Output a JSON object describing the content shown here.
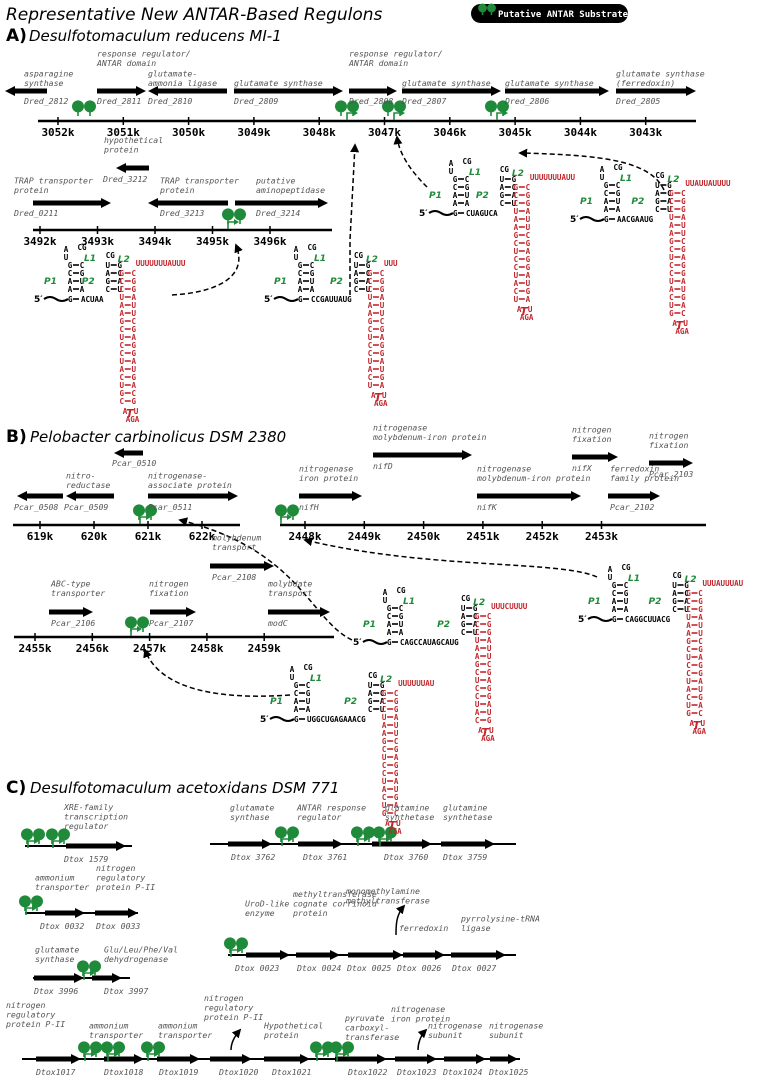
{
  "title": "Representative  New ANTAR-Based Regulons",
  "legend": {
    "label": "Putative ANTAR Substrate"
  },
  "colors": {
    "antar_green": "#1f8b3a",
    "terminator_red": "#c1272d",
    "arrow_black": "#000000"
  },
  "sections": {
    "a": {
      "letter": "A)",
      "organism": "Desulfotomaculum reducens MI-1",
      "genes_main": [
        {
          "id": "Dred_2812",
          "desc": "asparagine\nsynthase"
        },
        {
          "id": "Dred_2811",
          "desc": "response regulator/\nANTAR domain"
        },
        {
          "id": "Dred_2810",
          "desc": "glutamate-\nammonia ligase"
        },
        {
          "id": "Dred_2809",
          "desc": "glutamate synthase"
        },
        {
          "id": "Dred_2808",
          "desc": "response regulator/\nANTAR domain"
        },
        {
          "id": "Dred_2807",
          "desc": "glutamate synthase"
        },
        {
          "id": "Dred_2806",
          "desc": "glutamate synthase"
        },
        {
          "id": "Dred_2805",
          "desc": "glutamate synthase\n(ferredoxin)"
        }
      ],
      "ticks_main": [
        "3052k",
        "3051k",
        "3050k",
        "3049k",
        "3048k",
        "3047k",
        "3046k",
        "3045k",
        "3044k",
        "3043k"
      ],
      "genes_sub": [
        {
          "id": "Dred_0211",
          "desc": "TRAP transporter\nprotein"
        },
        {
          "id": "Dred_3212",
          "desc": "hypothetical\nprotein"
        },
        {
          "id": "Dred_3213",
          "desc": "TRAP transporter\nprotein"
        },
        {
          "id": "Dred_3214",
          "desc": "putative\naminopeptidase"
        }
      ],
      "ticks_sub": [
        "3492k",
        "3493k",
        "3494k",
        "3495k",
        "3496k"
      ],
      "linkers": [
        "ACUAA",
        "CCGAUUAUG",
        "CUAGUCA",
        "AACGAAUG"
      ]
    },
    "b": {
      "letter": "B)",
      "organism": "Pelobacter carbinolicus DSM 2380",
      "genes_left": [
        {
          "id": "Pcar_0508",
          "desc": ""
        },
        {
          "id": "Pcar_0509",
          "desc": "nitro-\nreductase"
        },
        {
          "id": "Pcar_0510",
          "desc": ""
        },
        {
          "id": "Pcar_0511",
          "desc": "nitrogenase-\nassociate protein"
        }
      ],
      "ticks_left": [
        "619k",
        "620k",
        "621k",
        "622k"
      ],
      "genes_right": [
        {
          "id": "nifH",
          "desc": "nitrogenase\niron protein"
        },
        {
          "id": "nifD",
          "desc": "nitrogenase\nmolybdenum-iron protein"
        },
        {
          "id": "nifK",
          "desc": "nitrogenase\nmolybdenum-iron protein"
        },
        {
          "id": "nifX",
          "desc": "nitrogen\nfixation"
        },
        {
          "id": "Pcar_2103",
          "desc": "nitrogen\nfixation"
        },
        {
          "id": "Pcar_2102",
          "desc": "ferredoxin\nfamily protein"
        }
      ],
      "ticks_right": [
        "2448k",
        "2449k",
        "2450k",
        "2451k",
        "2452k",
        "2453k"
      ],
      "genes_bottom": [
        {
          "id": "Pcar_2106",
          "desc": "ABC-type\ntransporter"
        },
        {
          "id": "Pcar_2107",
          "desc": "nitrogen\nfixation"
        },
        {
          "id": "Pcar_2108",
          "desc": "molybdenum\ntransport"
        },
        {
          "id": "modC",
          "desc": "molybdate\ntransport"
        }
      ],
      "ticks_bottom": [
        "2455k",
        "2456k",
        "2457k",
        "2458k",
        "2459k"
      ],
      "linkers": [
        "CAGCCAUAGCAUG",
        "CAGGCUUACG",
        "UGGCUGAGAAACG"
      ]
    },
    "c": {
      "letter": "C)",
      "organism": "Desulfotomaculum acetoxidans DSM 771",
      "operons": [
        {
          "genes": [
            {
              "id": "Dtox 1579",
              "desc": "XRE-family\ntranscription\nregulator"
            }
          ]
        },
        {
          "genes": [
            {
              "id": "Dtox 3762",
              "desc": "glutamate\nsynthase"
            },
            {
              "id": "Dtox 3761",
              "desc": "ANTAR response\nregulator"
            },
            {
              "id": "Dtox 3760",
              "desc": "glutamine\nsynthetase"
            },
            {
              "id": "Dtox 3759",
              "desc": "glutamine\nsynthetase"
            }
          ]
        },
        {
          "genes": [
            {
              "id": "Dtox 0032",
              "desc": "ammonium\ntransporter"
            },
            {
              "id": "Dtox 0033",
              "desc": "nitrogen\nregulatory\nprotein P-II"
            }
          ]
        },
        {
          "genes": [
            {
              "id": "Dtox 0023",
              "desc": "UroD-like\nenzyme"
            },
            {
              "id": "Dtox 0024",
              "desc": ""
            },
            {
              "id": "Dtox 0025",
              "desc": "methyltransferase\ncognate corrinoid\nprotein"
            },
            {
              "id": "Dtox 0026",
              "desc": "ferredoxin"
            },
            {
              "id": "Dtox 0027",
              "desc": "pyrrolysine-tRNA\nligase"
            }
          ]
        },
        {
          "genes": [
            {
              "id": "Dtox 3996",
              "desc": "glutamate\nsynthase"
            },
            {
              "id": "Dtox 3997",
              "desc": "Glu/Leu/Phe/Val\ndehydrogenase"
            }
          ]
        },
        {
          "genes": [
            {
              "id": "Dtox1017",
              "desc": "nitrogen\nregulatory\nprotein  P-II"
            },
            {
              "id": "Dtox1018",
              "desc": "ammonium\ntransporter"
            },
            {
              "id": "Dtox1019",
              "desc": "ammonium\ntransporter"
            },
            {
              "id": "Dtox1020",
              "desc": ""
            },
            {
              "id": "Dtox1021",
              "desc": "Hypothetical\nprotein"
            },
            {
              "id": "Dtox1022",
              "desc": "pyruvate\ncarboxyl-\ntransferase"
            },
            {
              "id": "Dtox1023",
              "desc": ""
            },
            {
              "id": "Dtox1024",
              "desc": "nitrogenase\nsubunit"
            },
            {
              "id": "Dtox1025",
              "desc": "nitrogenase\nsubunit"
            }
          ]
        }
      ],
      "extra_labels": {
        "monomethylamine": "monomethylamine\nmethyltransferase",
        "regulatory_pii": "nitrogen\nregulatory\nprotein P-II",
        "nitrogenase_iron": "nitrogenase\niron protein"
      }
    }
  }
}
